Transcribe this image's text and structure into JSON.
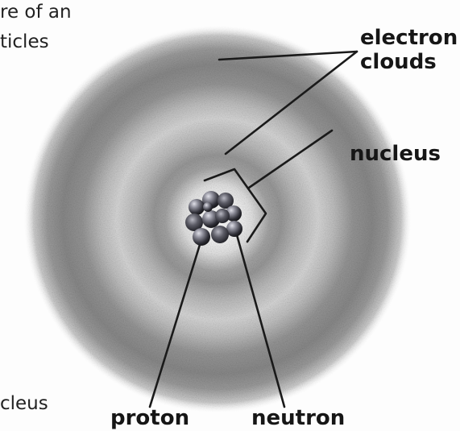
{
  "text_fragments": {
    "top_line_1": "re of an",
    "top_line_2": "ticles",
    "bottom_line": "cleus"
  },
  "labels": {
    "electron_clouds_line1": "electron",
    "electron_clouds_line2": "clouds",
    "nucleus": "nucleus",
    "proton": "proton",
    "neutron": "neutron"
  },
  "colors": {
    "outer_cloud": "#8a8a8a",
    "inner_cloud": "#9a9a9a",
    "background": "#fdfdfd",
    "leader_lines": "#1a1a1a",
    "particle_dark": "#2a2a30",
    "particle_light": "#d8d8e0"
  }
}
